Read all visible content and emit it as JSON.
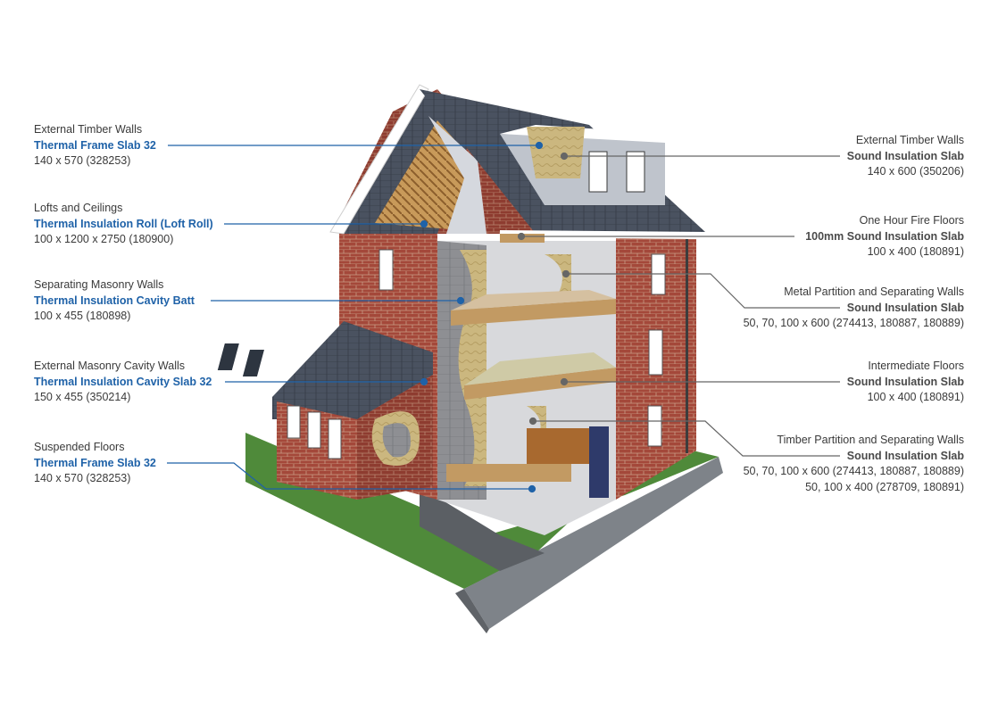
{
  "left_callouts": [
    {
      "title": "External Timber Walls",
      "product": "Thermal Frame Slab 32",
      "spec": "140 x 570 (328253)"
    },
    {
      "title": "Lofts and Ceilings",
      "product": "Thermal Insulation Roll (Loft Roll)",
      "spec": "100 x 1200 x 2750 (180900)"
    },
    {
      "title": "Separating Masonry Walls",
      "product": "Thermal Insulation Cavity Batt",
      "spec": "100 x 455 (180898)"
    },
    {
      "title": "External Masonry Cavity Walls",
      "product": "Thermal Insulation Cavity Slab 32",
      "spec": "150 x 455 (350214)"
    },
    {
      "title": "Suspended Floors",
      "product": "Thermal Frame Slab 32",
      "spec": "140 x 570 (328253)"
    }
  ],
  "right_callouts": [
    {
      "title": "External Timber Walls",
      "product": "Sound Insulation Slab",
      "spec": "140 x 600 (350206)"
    },
    {
      "title": "One Hour Fire Floors",
      "product": "100mm Sound Insulation Slab",
      "spec": "100 x 400 (180891)"
    },
    {
      "title": "Metal Partition and Separating Walls",
      "product": "Sound Insulation Slab",
      "spec": "50, 70, 100 x 600 (274413, 180887, 180889)"
    },
    {
      "title": "Intermediate Floors",
      "product": "Sound Insulation Slab",
      "spec": "100 x 400 (180891)"
    },
    {
      "title": "Timber Partition and Separating Walls",
      "product": "Sound Insulation Slab",
      "spec": "50, 70, 100 x 600 (274413, 180887, 180889)",
      "spec2": "50, 100 x 400 (278709, 180891)"
    }
  ],
  "colors": {
    "left_accent": "#1f62a8",
    "right_line": "#666666",
    "brick": "#a4483a",
    "roof": "#4a5260",
    "insulation": "#cbb77f",
    "grass": "#4f8a3a",
    "pavement": "#8b9096"
  }
}
